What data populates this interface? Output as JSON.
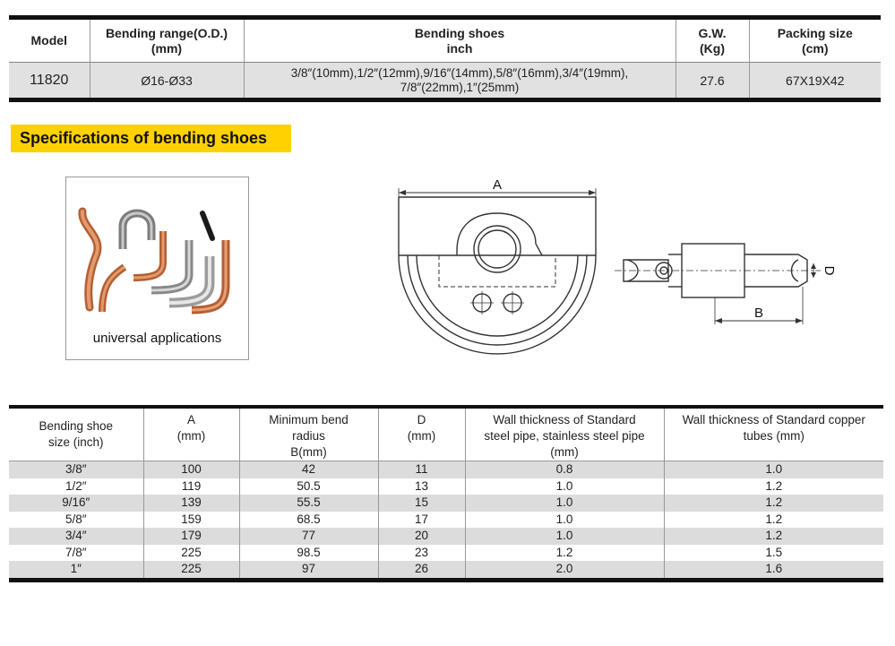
{
  "top_table": {
    "headers": [
      {
        "line1": "Model",
        "line2": ""
      },
      {
        "line1": "Bending range(O.D.)",
        "line2": "(mm)"
      },
      {
        "line1": "Bending shoes",
        "line2": "inch"
      },
      {
        "line1": "G.W.",
        "line2": "(Kg)"
      },
      {
        "line1": "Packing size",
        "line2": "(cm)"
      }
    ],
    "row": {
      "model": "11820",
      "range": "Ø16-Ø33",
      "shoes_line1": "3/8″(10mm),1/2″(12mm),9/16″(14mm),5/8″(16mm),3/4″(19mm),",
      "shoes_line2": "7/8″(22mm),1″(25mm)",
      "gw": "27.6",
      "packing": "67X19X42"
    }
  },
  "section": {
    "heading": "Specifications of bending shoes",
    "heading_color": "#ffd100"
  },
  "applications": {
    "caption": "universal applications",
    "image_icon": "bent-pipes-icon",
    "colors": {
      "copper": "#c8744a",
      "steel": "#9a9a9a"
    }
  },
  "drawing": {
    "label_a": "A",
    "label_b": "B",
    "label_d": "D"
  },
  "spec_table": {
    "headers": [
      {
        "line1": "Bending shoe",
        "line2": "size (inch)",
        "line3": ""
      },
      {
        "line1": "A",
        "line2": "(mm)",
        "line3": ""
      },
      {
        "line1": "Minimum bend",
        "line2": "radius",
        "line3": "B(mm)"
      },
      {
        "line1": "D",
        "line2": "(mm)",
        "line3": ""
      },
      {
        "line1": "Wall thickness of Standard",
        "line2": "steel pipe, stainless steel pipe",
        "line3": "(mm)"
      },
      {
        "line1": "Wall thickness of Standard copper",
        "line2": "tubes (mm)",
        "line3": ""
      }
    ],
    "rows": [
      {
        "size": "3/8″",
        "a": "100",
        "b": "42",
        "d": "11",
        "steel": "0.8",
        "copper": "1.0"
      },
      {
        "size": "1/2″",
        "a": "119",
        "b": "50.5",
        "d": "13",
        "steel": "1.0",
        "copper": "1.2"
      },
      {
        "size": "9/16″",
        "a": "139",
        "b": "55.5",
        "d": "15",
        "steel": "1.0",
        "copper": "1.2"
      },
      {
        "size": "5/8″",
        "a": "159",
        "b": "68.5",
        "d": "17",
        "steel": "1.0",
        "copper": "1.2"
      },
      {
        "size": "3/4″",
        "a": "179",
        "b": "77",
        "d": "20",
        "steel": "1.0",
        "copper": "1.2"
      },
      {
        "size": "7/8″",
        "a": "225",
        "b": "98.5",
        "d": "23",
        "steel": "1.2",
        "copper": "1.5"
      },
      {
        "size": "1″",
        "a": "225",
        "b": "97",
        "d": "26",
        "steel": "2.0",
        "copper": "1.6"
      }
    ]
  }
}
